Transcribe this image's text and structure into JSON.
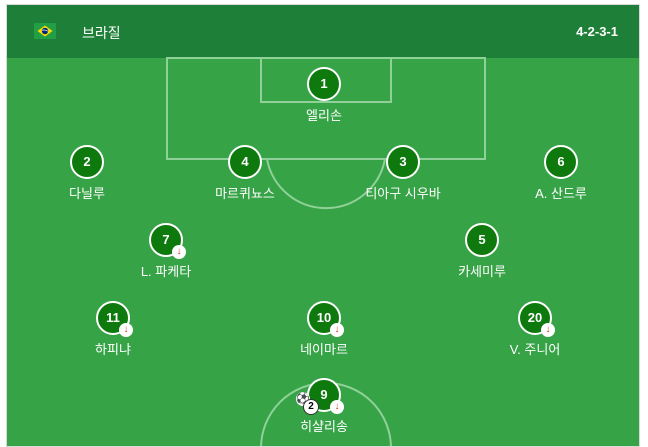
{
  "team": {
    "name": "브라질",
    "formation": "4-2-3-1",
    "flag_icon": "brazil-flag-icon"
  },
  "colors": {
    "header": "#1e8038",
    "pitch": "#37a347",
    "player": "#0e7a0e",
    "sub_arrow": "#d23a2a"
  },
  "players": [
    {
      "number": "1",
      "name": "엘리손"
    },
    {
      "number": "2",
      "name": "다닐루"
    },
    {
      "number": "4",
      "name": "마르퀴뇨스"
    },
    {
      "number": "3",
      "name": "티아구 시우바"
    },
    {
      "number": "6",
      "name": "A. 산드루"
    },
    {
      "number": "7",
      "name": "L. 파케타",
      "substituted": true
    },
    {
      "number": "5",
      "name": "카세미루"
    },
    {
      "number": "11",
      "name": "하피냐",
      "substituted": true
    },
    {
      "number": "10",
      "name": "네이마르",
      "substituted": true
    },
    {
      "number": "20",
      "name": "V. 주니어",
      "substituted": true
    },
    {
      "number": "9",
      "name": "히샬리송",
      "substituted": true,
      "goals": "2"
    }
  ],
  "icons": {
    "substitution": "arrow-down-icon",
    "goal": "soccer-ball-icon"
  }
}
